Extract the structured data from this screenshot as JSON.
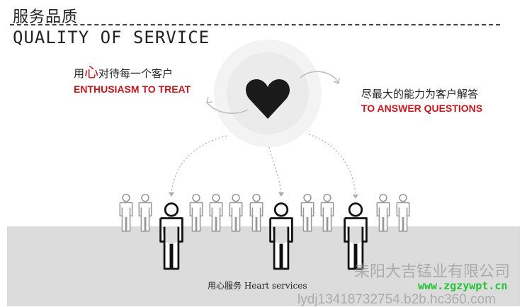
{
  "title": {
    "cn": "服务品质",
    "en": "QUALITY OF SERVICE"
  },
  "left_label": {
    "cn_pre": "用",
    "cn_red": "心",
    "cn_post": "对待每一个客户",
    "en": "ENTHUSIASM TO TREAT"
  },
  "right_label": {
    "cn": "尽最大的能力为客户解答",
    "en": "TO ANSWER QUESTIONS"
  },
  "caption": "用心服务 Heart services",
  "watermark": {
    "company": "耒阳大吉锰业有限公司",
    "url": "www.zgzywpt.cn",
    "b2b": "lydj13418732754.b2b.hc360.com"
  },
  "colors": {
    "accent": "#c8161d",
    "ground": "#dcdcdc",
    "url_green": "#27c23a"
  },
  "icons": [
    "heart-icon",
    "person-icon"
  ]
}
